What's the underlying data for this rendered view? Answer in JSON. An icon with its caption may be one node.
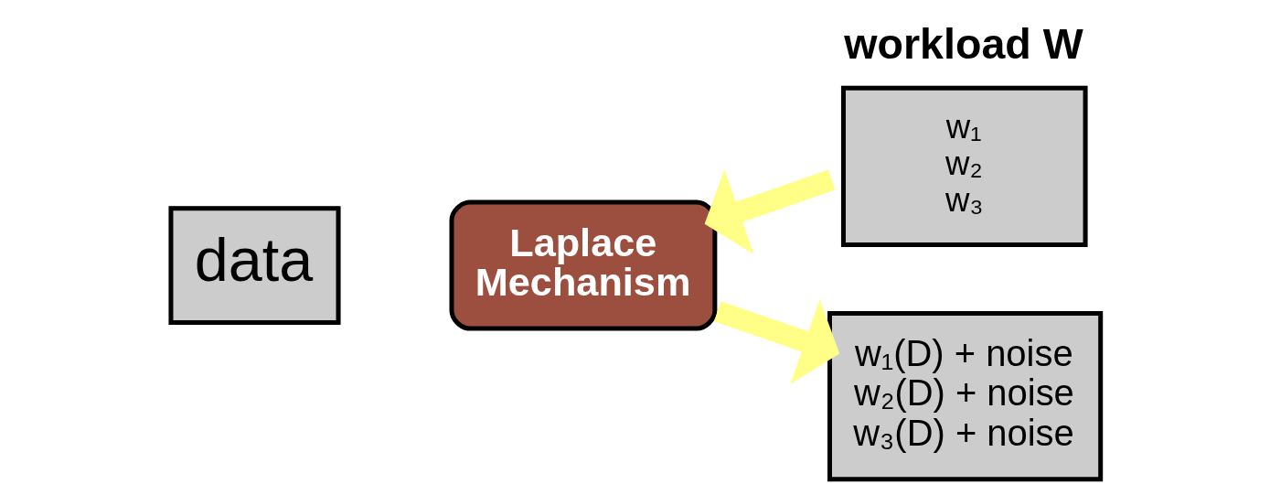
{
  "diagram": {
    "nodes": [
      {
        "text": [
          "data"
        ]
      },
      {
        "text": [
          "Laplace Mechanism"
        ]
      },
      {
        "text": [
          "workload W",
          "w₁",
          "w₂",
          "w₃"
        ]
      },
      {
        "text": [
          "w₁(D) + noise",
          "w₂(D) + noise",
          "w₃(D) + noise"
        ]
      }
    ],
    "edges": [
      {
        "from": 2,
        "to": 1,
        "arrow": "to"
      },
      {
        "from": 1,
        "to": 3,
        "arrow": "to"
      }
    ]
  }
}
